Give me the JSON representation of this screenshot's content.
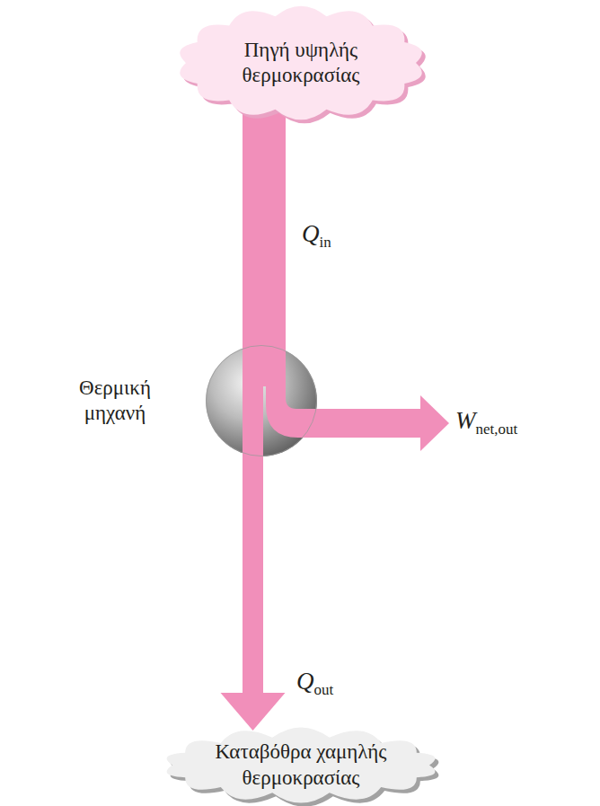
{
  "diagram": {
    "nodes": [
      {
        "text": [
          "Πηγή υψηλής θερμοκρασίας"
        ]
      },
      {
        "text": [
          "Θερμική μηχανή"
        ]
      },
      {
        "text": [
          "Καταβόθρα χαμηλής θερμοκρασίας"
        ]
      }
    ],
    "edges": [
      {
        "from": 0,
        "to": 1,
        "arrow": "none",
        "label": "Qin"
      },
      {
        "from": 1,
        "to": 2,
        "arrow": "to",
        "label": "Qout"
      }
    ],
    "labels": [
      "Wnet,out"
    ]
  }
}
